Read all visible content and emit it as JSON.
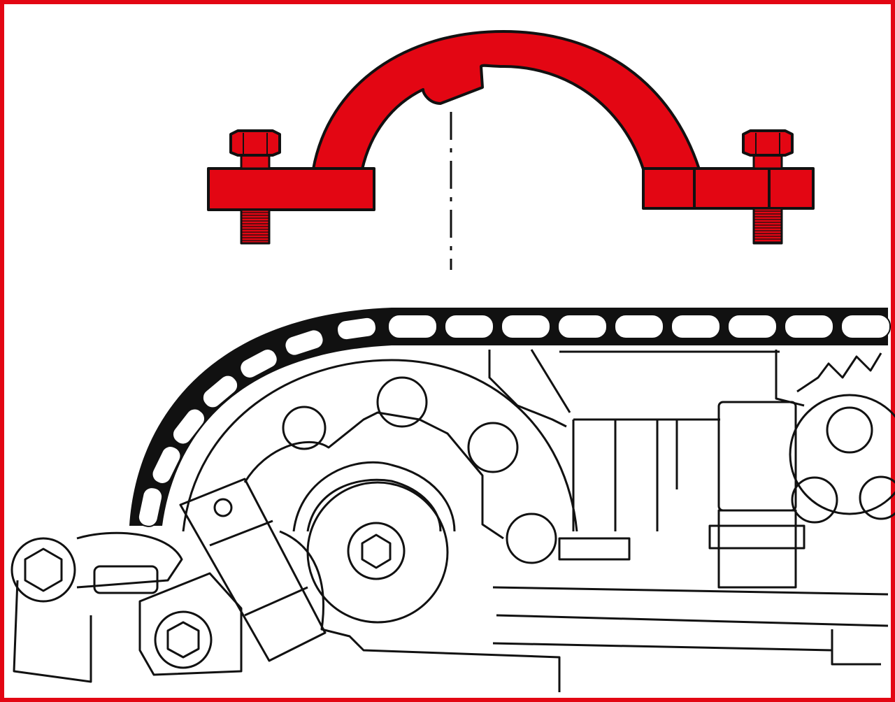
{
  "illustration": {
    "colors": {
      "frame": "#e30613",
      "tool": "#e30613",
      "line": "#111111",
      "background": "#ffffff"
    },
    "parts": [
      "camshaft-locking-tool",
      "timing-chain",
      "camshaft-sprocket",
      "chain-tensioner",
      "engine-block"
    ]
  }
}
